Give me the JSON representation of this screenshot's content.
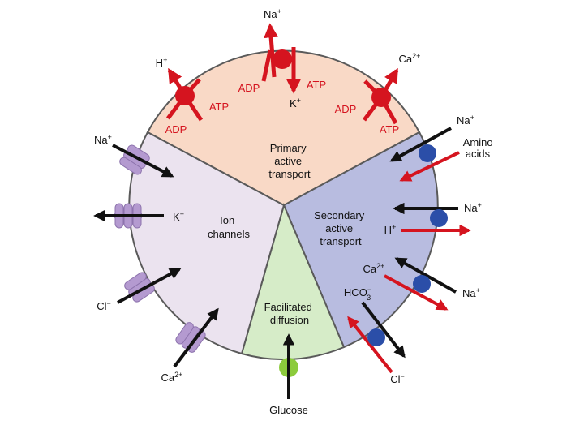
{
  "colors": {
    "primary_sector": "#f9d9c6",
    "ion_sector": "#ebe3ef",
    "secondary_sector": "#b8bce0",
    "facilitated_sector": "#d6ecc8",
    "pump_red": "#d5141f",
    "channel_purple": "#b49ad0",
    "carrier_blue": "#2b4ea8",
    "glucose_green": "#8ccb3c",
    "outline": "#5a5a5a"
  },
  "sectors": {
    "primary": [
      "Primary",
      "active",
      "transport"
    ],
    "ion": [
      "Ion",
      "channels"
    ],
    "secondary": [
      "Secondary",
      "active",
      "transport"
    ],
    "facilitated": [
      "Facilitated",
      "diffusion"
    ]
  },
  "primary_pumps": {
    "na_k": {
      "out_ion": "Na",
      "out_charge": "+",
      "in_ion": "K",
      "in_charge": "+",
      "adp": "ADP",
      "atp": "ATP"
    },
    "h": {
      "ion": "H",
      "charge": "+",
      "adp": "ADP",
      "atp": "ATP"
    },
    "ca": {
      "ion": "Ca",
      "charge": "2+",
      "adp": "ADP",
      "atp": "ATP"
    }
  },
  "ion_channels": {
    "na": {
      "ion": "Na",
      "charge": "+"
    },
    "k": {
      "ion": "K",
      "charge": "+"
    },
    "cl": {
      "ion": "Cl",
      "charge": "−"
    },
    "ca": {
      "ion": "Ca",
      "charge": "2+"
    }
  },
  "secondary_transporters": {
    "na_amino": {
      "ion": "Na",
      "charge": "+",
      "cotransport": [
        "Amino",
        "acids"
      ]
    },
    "na_h": {
      "ion": "Na",
      "charge": "+",
      "exchange_ion": "H",
      "exchange_charge": "+"
    },
    "na_ca": {
      "ion": "Na",
      "charge": "+",
      "exchange_ion": "Ca",
      "exchange_charge": "2+"
    },
    "hco3_cl": {
      "anion": "HCO",
      "anion_sub": "3",
      "anion_charge": "−",
      "exchange_ion": "Cl",
      "exchange_charge": "−"
    }
  },
  "facilitated": {
    "substrate": "Glucose"
  }
}
